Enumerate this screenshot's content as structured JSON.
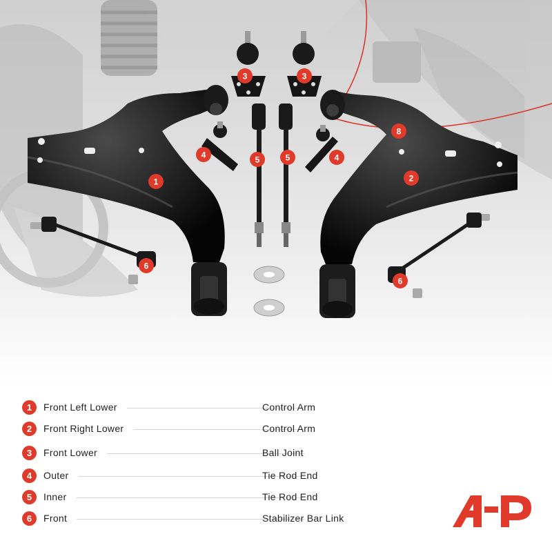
{
  "parts": [
    {
      "number": "1",
      "name": "Front Left Lower",
      "type": "Control Arm"
    },
    {
      "number": "2",
      "name": "Front Right Lower",
      "type": "Control Arm"
    },
    {
      "number": "3",
      "name": "Front Lower",
      "type": "Ball Joint"
    },
    {
      "number": "4",
      "name": "Outer",
      "type": "Tie Rod End"
    },
    {
      "number": "5",
      "name": "Inner",
      "type": "Tie Rod End"
    },
    {
      "number": "6",
      "name": "Front",
      "type": "Stabilizer Bar Link"
    }
  ],
  "callouts": {
    "c1": "1",
    "c2": "2",
    "c3a": "3",
    "c3b": "3",
    "c4a": "4",
    "c4b": "4",
    "c5a": "5",
    "c5b": "5",
    "c6a": "6",
    "c6b": "6",
    "c8": "8"
  },
  "colors": {
    "accent": "#e03a2a",
    "part": "#111111",
    "text": "#222222"
  },
  "icons": {
    "logo": "brand-logo-icon"
  }
}
